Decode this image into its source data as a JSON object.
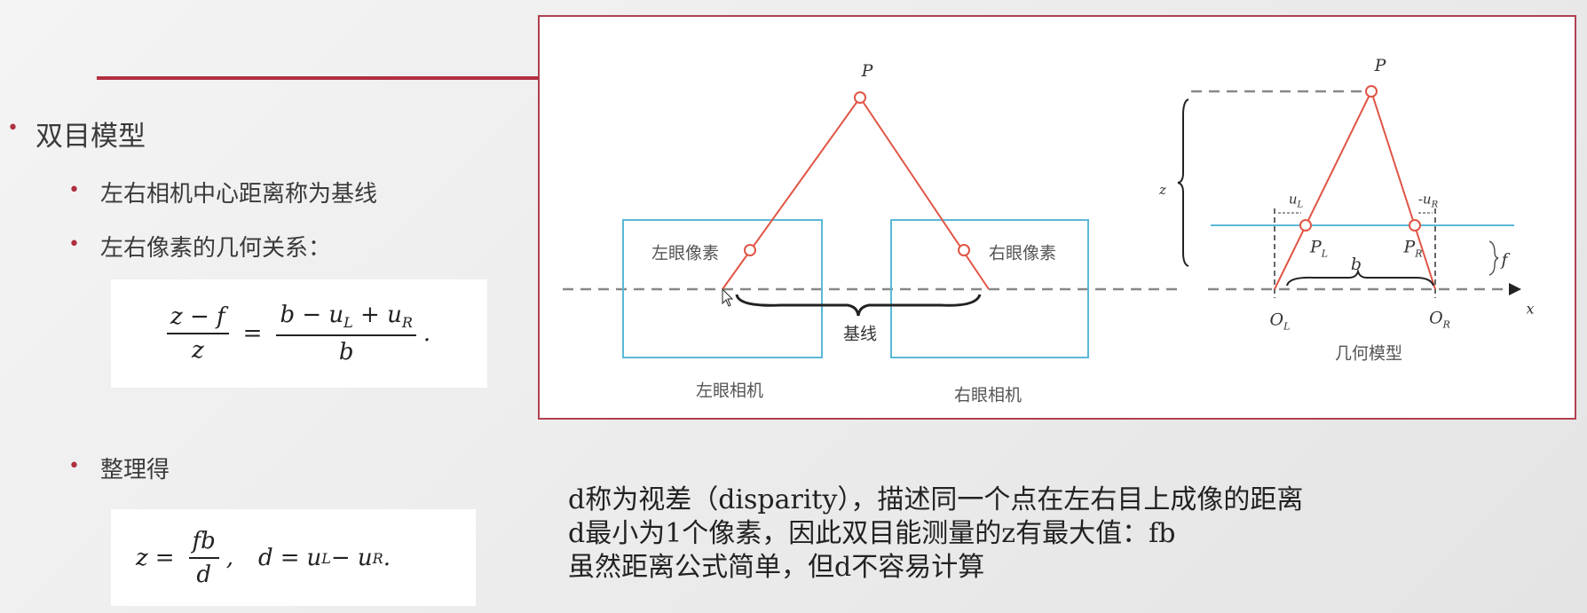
{
  "slide": {
    "bullets": {
      "main": "双目模型",
      "sub1": "左右相机中心距离称为基线",
      "sub2": "左右像素的几何关系：",
      "sub3": "整理得"
    },
    "formula1": {
      "lhs_num": "z − f",
      "lhs_den": "z",
      "eq": "=",
      "rhs_num_b": "b − u",
      "sub_L": "L",
      "plus": " + u",
      "sub_R": "R",
      "rhs_den": "b",
      "end": "."
    },
    "formula2": {
      "z": "z",
      "eq": "=",
      "num": "fb",
      "den": "d",
      "comma": ",",
      "d": "d",
      "eq2": "=",
      "uL": "u",
      "sub_L": "L",
      "minus": " − u",
      "sub_R": "R",
      "end": "."
    },
    "notes": [
      "d称为视差（disparity），描述同一个点在左右目上成像的距离",
      "d最小为1个像素，因此双目能测量的z有最大值：fb",
      "虽然距离公式简单，但d不容易计算"
    ]
  },
  "diagram": {
    "left": {
      "point": "P",
      "left_pixel": "左眼像素",
      "right_pixel": "右眼像素",
      "baseline": "基线",
      "left_camera": "左眼相机",
      "right_camera": "右眼相机"
    },
    "right": {
      "point": "P",
      "z": "z",
      "uL": "u",
      "uL_sub": "L",
      "uR": "-u",
      "uR_sub": "R",
      "PL": "P",
      "PL_sub": "L",
      "PR": "P",
      "PR_sub": "R",
      "b": "b",
      "f": "f",
      "x": "x",
      "OL": "O",
      "OL_sub": "L",
      "OR": "O",
      "OR_sub": "R",
      "caption": "几何模型"
    },
    "colors": {
      "ray": "#e05545",
      "camera": "#5bb8d8",
      "frame": "#b04050",
      "accent": "#b03040"
    }
  }
}
